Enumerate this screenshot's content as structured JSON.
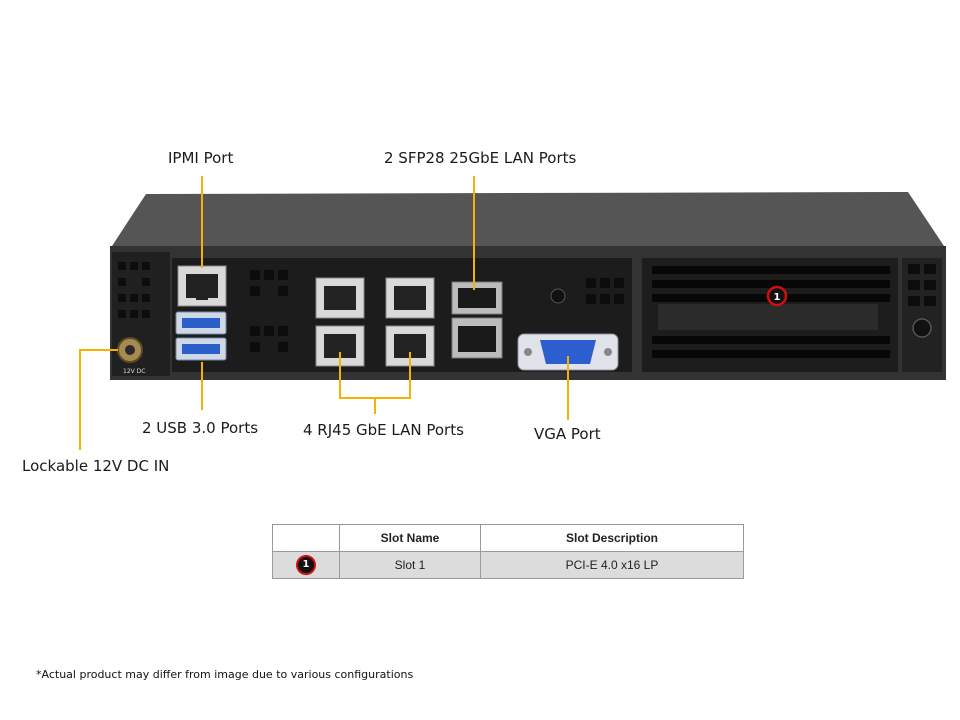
{
  "callouts": {
    "ipmi": "IPMI Port",
    "sfp": "2 SFP28 25GbE LAN Ports",
    "usb": "2 USB 3.0 Ports",
    "rj45": "4 RJ45 GbE LAN Ports",
    "vga": "VGA Port",
    "dc_in": "Lockable 12V DC IN"
  },
  "chassis": {
    "dc_label": "12V DC",
    "slot_marker": "1"
  },
  "slot_table": {
    "headers": [
      "",
      "Slot Name",
      "Slot Description"
    ],
    "rows": [
      {
        "marker": "1",
        "name": "Slot 1",
        "description": "PCI-E 4.0 x16 LP"
      }
    ]
  },
  "footnote": "*Actual product may differ from image due to various configurations",
  "colors": {
    "leader": "#f2b400",
    "chassis_top": "#4e4e4e",
    "chassis_face": "#2e2e2e",
    "marker_ring": "#d01010"
  }
}
